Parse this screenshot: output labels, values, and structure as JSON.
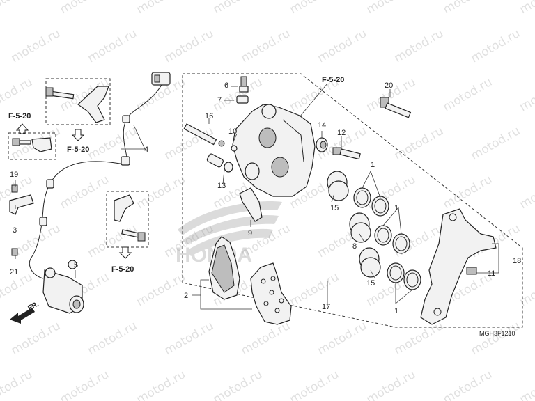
{
  "watermark": "motod.ru",
  "brand_logo_text": "HONDA",
  "diagram_code": "MGH3F1210",
  "front_indicator": "FR.",
  "references": {
    "ref_top_left": "F-5-20",
    "ref_upper": "F-5-20",
    "ref_mid_left": "F-5-20",
    "ref_bottom_left": "F-5-20"
  },
  "callouts": {
    "c1a": "1",
    "c1b": "1",
    "c1c": "1",
    "c2": "2",
    "c3": "3",
    "c4": "4",
    "c5": "5",
    "c6": "6",
    "c7": "7",
    "c8": "8",
    "c9": "9",
    "c10": "10",
    "c11": "11",
    "c12": "12",
    "c13": "13",
    "c14": "14",
    "c15a": "15",
    "c15b": "15",
    "c16": "16",
    "c17": "17",
    "c18": "18",
    "c19": "19",
    "c20": "20",
    "c21": "21"
  },
  "colors": {
    "line": "#222222",
    "watermark": "#c8c8c8",
    "logo": "#bbbbbb"
  }
}
